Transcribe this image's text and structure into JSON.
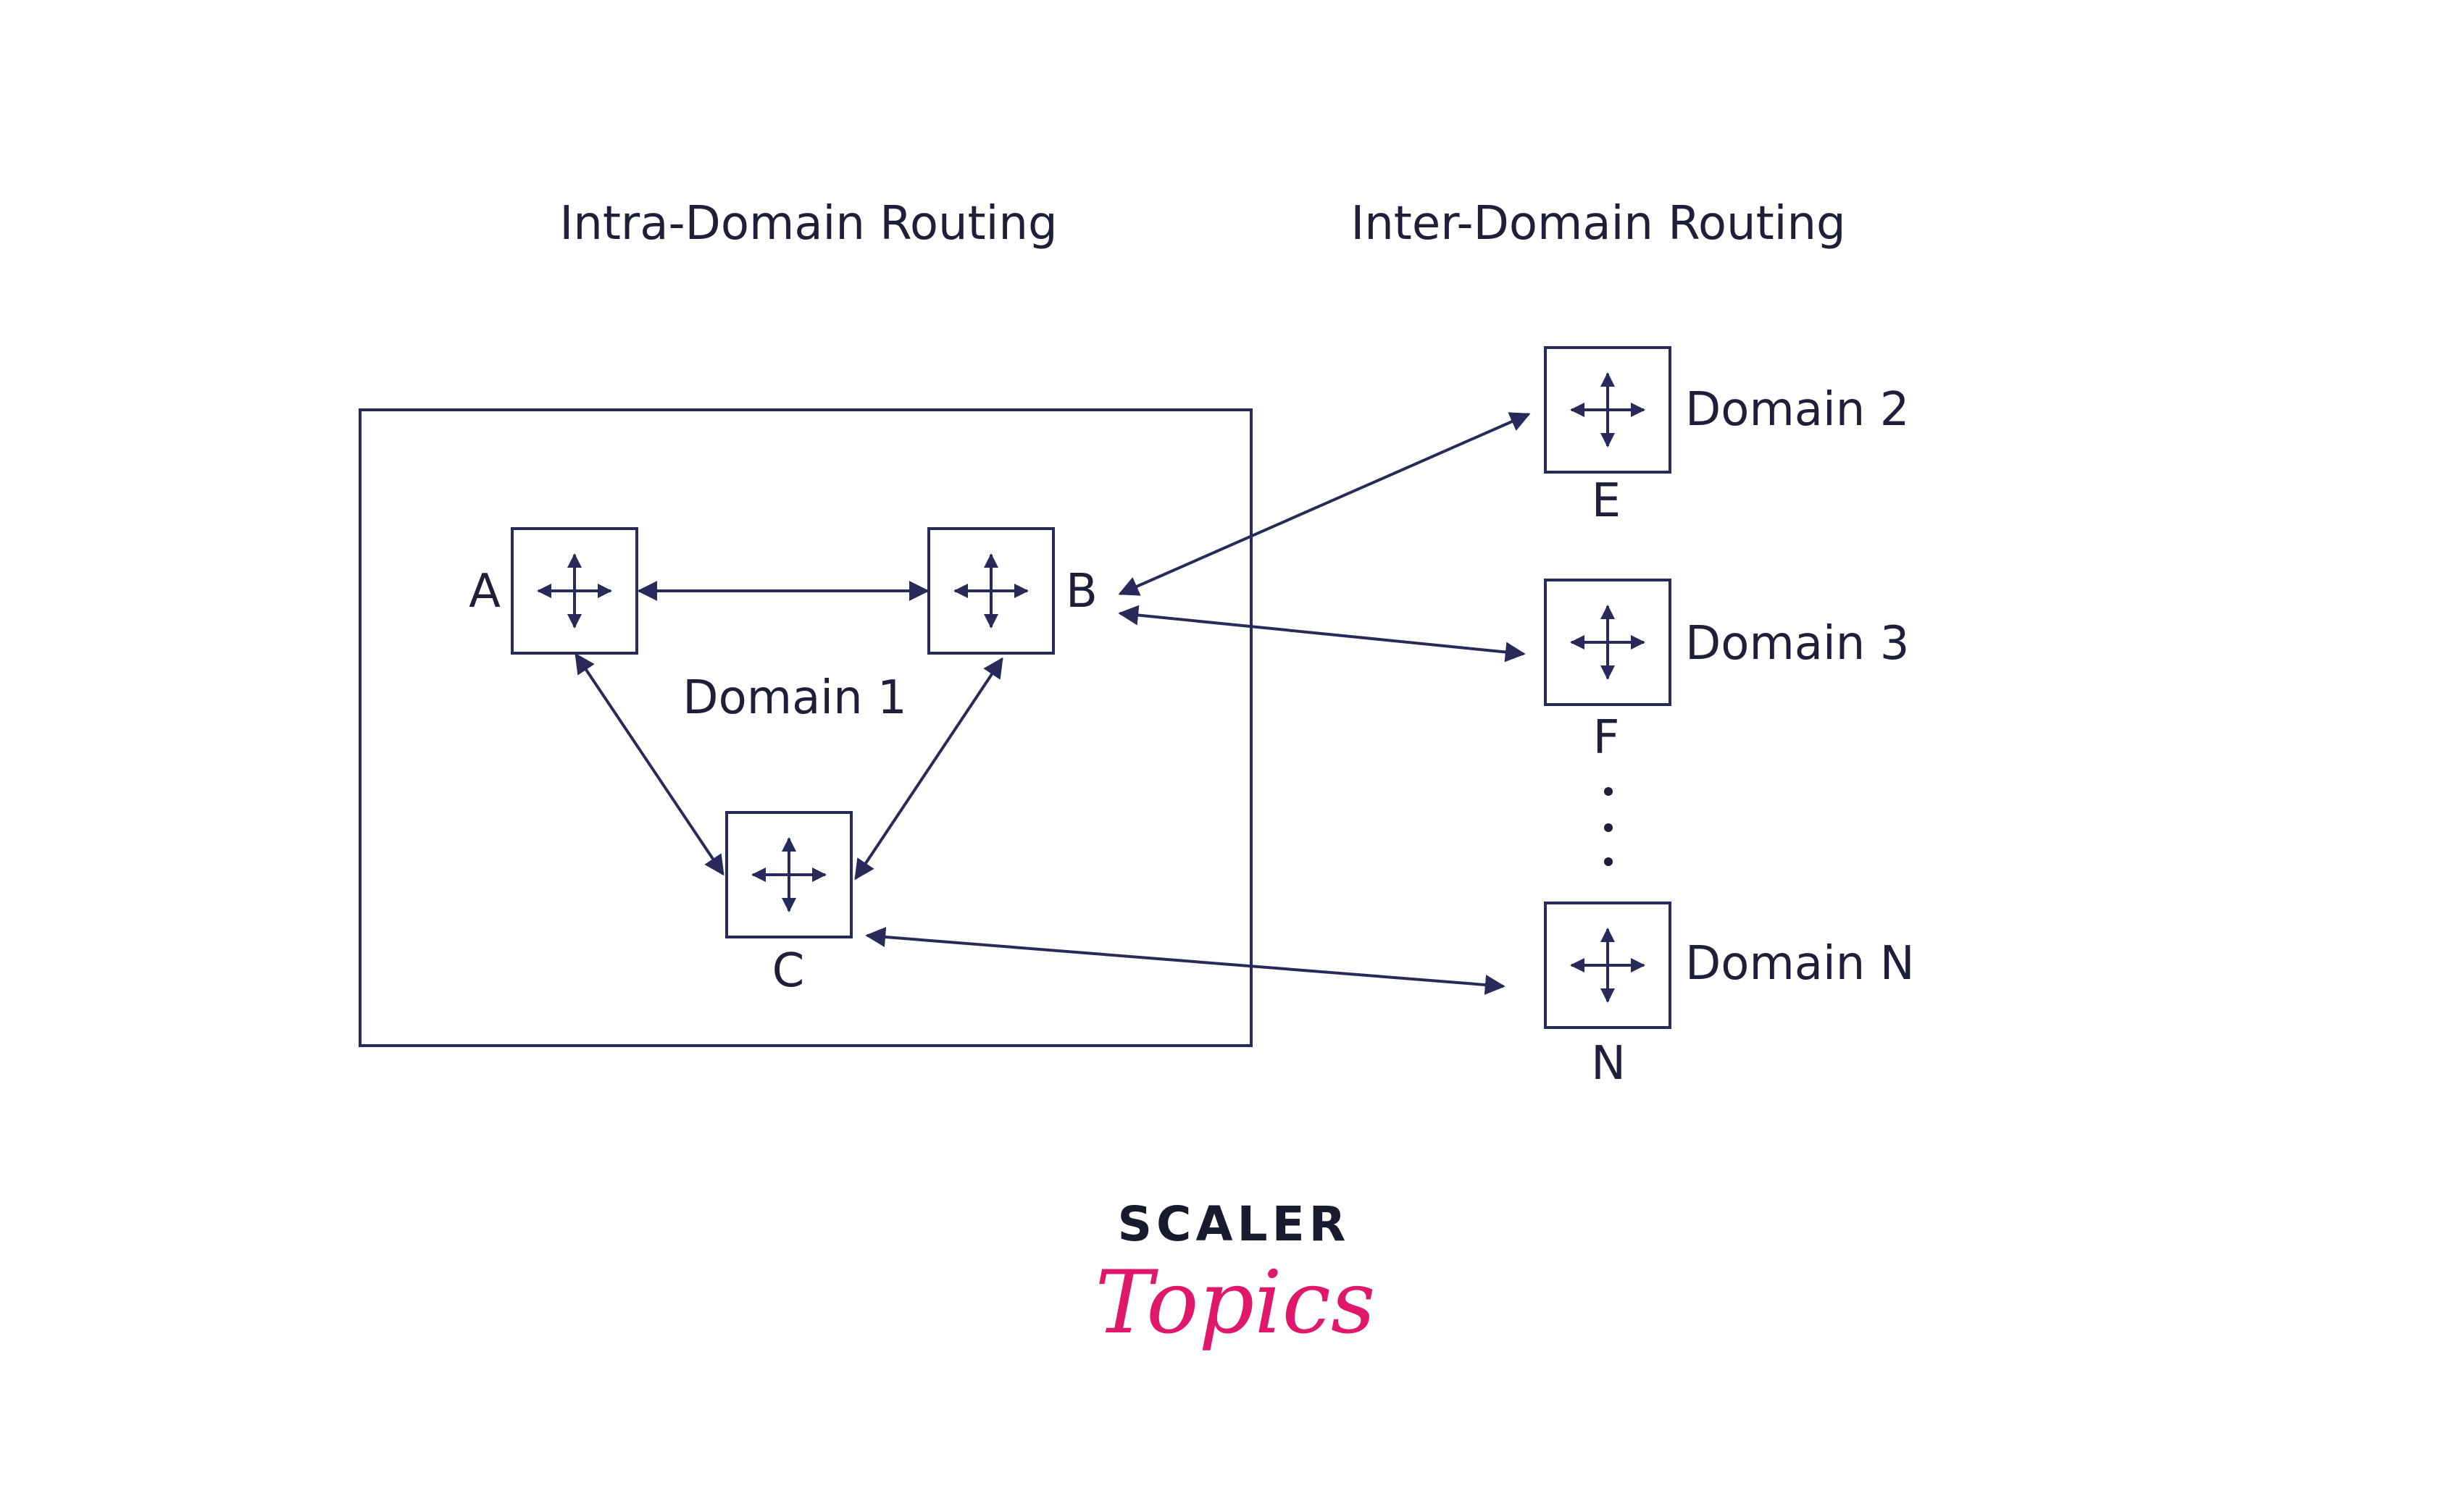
{
  "titles": {
    "intra": "Intra-Domain Routing",
    "inter": "Inter-Domain Routing"
  },
  "domain1": {
    "label": "Domain 1"
  },
  "nodes": {
    "A": {
      "label": "A"
    },
    "B": {
      "label": "B"
    },
    "C": {
      "label": "C"
    },
    "E": {
      "label": "E",
      "domain": "Domain 2"
    },
    "F": {
      "label": "F",
      "domain": "Domain 3"
    },
    "N": {
      "label": "N",
      "domain": "Domain N"
    }
  },
  "links": [
    {
      "from": "A",
      "to": "B"
    },
    {
      "from": "A",
      "to": "C"
    },
    {
      "from": "B",
      "to": "C"
    },
    {
      "from": "B",
      "to": "E"
    },
    {
      "from": "B",
      "to": "F"
    },
    {
      "from": "C",
      "to": "N"
    }
  ],
  "brand": {
    "top": "SCALER",
    "bottom": "Topics",
    "top_color": "#1a1a2e",
    "bottom_color": "#e0186c"
  },
  "colors": {
    "line": "#2a2a5a",
    "text": "#1f1f3a"
  },
  "icons": {
    "router": "four-way-arrow-router-icon"
  }
}
